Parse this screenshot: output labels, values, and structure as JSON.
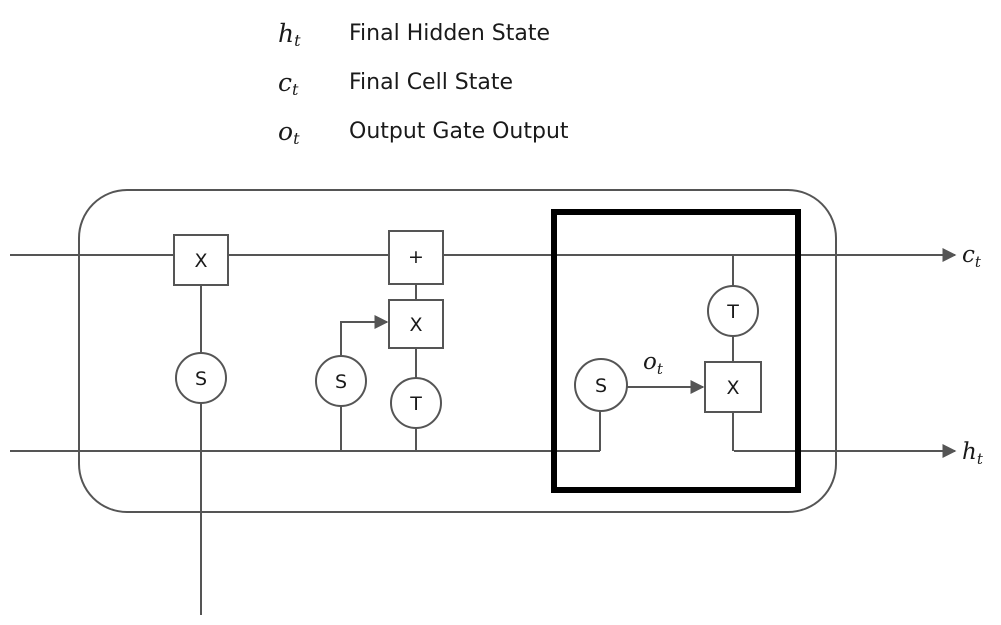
{
  "legend": [
    {
      "symbol": "h",
      "subscript": "t",
      "description": "Final Hidden State"
    },
    {
      "symbol": "c",
      "subscript": "t",
      "description": "Final Cell State"
    },
    {
      "symbol": "o",
      "subscript": "t",
      "description": "Output Gate Output"
    }
  ],
  "nodes": {
    "forget_multiply": "X",
    "forget_sigmoid": "S",
    "cell_add": "+",
    "input_multiply": "X",
    "input_sigmoid": "S",
    "input_tanh": "T",
    "output_sigmoid": "S",
    "output_tanh": "T",
    "output_multiply": "X"
  },
  "labels": {
    "gate_output": {
      "symbol": "o",
      "subscript": "t"
    },
    "cell_out": {
      "symbol": "c",
      "subscript": "t"
    },
    "hidden_out": {
      "symbol": "h",
      "subscript": "t"
    }
  },
  "colors": {
    "line": "#555555",
    "highlight": "#000000"
  }
}
